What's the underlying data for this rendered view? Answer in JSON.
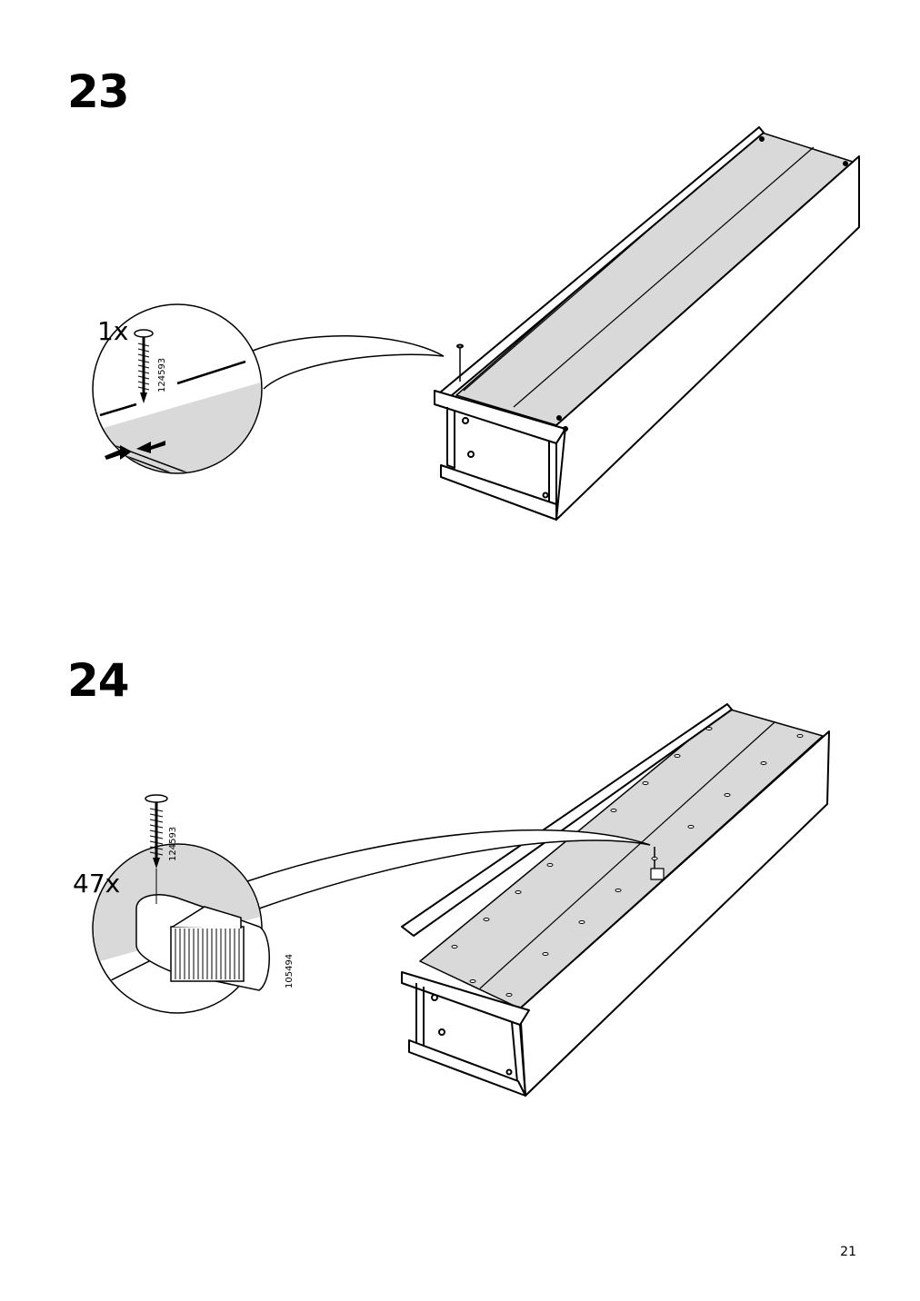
{
  "steps": [
    {
      "number": "23",
      "quantity": "1x",
      "part_number": "124593"
    },
    {
      "number": "24",
      "quantity": "47x",
      "part_number": "124593",
      "clip_part_number": "105494"
    }
  ],
  "page_number": "21",
  "colors": {
    "ink": "#000000",
    "panel_shade": "#d9d9d9",
    "background": "#ffffff"
  }
}
